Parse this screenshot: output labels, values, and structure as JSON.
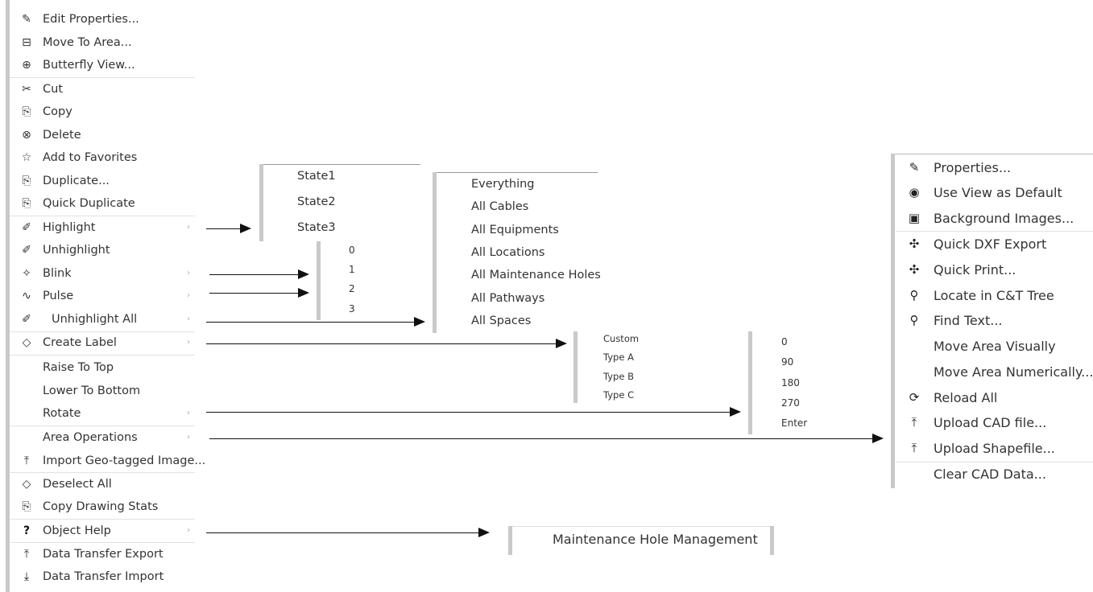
{
  "context_menu": {
    "items": [
      {
        "icon": "pencil-icon",
        "glyph": "✎",
        "label": "Edit Properties..."
      },
      {
        "icon": "move-to-area-icon",
        "glyph": "⊟",
        "label": "Move To Area..."
      },
      {
        "icon": "butterfly-view-icon",
        "glyph": "⊕",
        "label": "Butterfly View..."
      },
      {
        "icon": "scissors-icon",
        "glyph": "✂",
        "label": "Cut"
      },
      {
        "icon": "copy-icon",
        "glyph": "⎘",
        "label": "Copy"
      },
      {
        "icon": "delete-icon",
        "glyph": "⊗",
        "label": "Delete"
      },
      {
        "icon": "star-icon",
        "glyph": "☆",
        "label": "Add to Favorites"
      },
      {
        "icon": "duplicate-icon",
        "glyph": "⎘",
        "label": "Duplicate..."
      },
      {
        "icon": "quick-duplicate-icon",
        "glyph": "⎘",
        "label": "Quick Duplicate"
      },
      {
        "icon": "highlight-icon",
        "glyph": "✐",
        "label": "Highlight"
      },
      {
        "icon": "unhighlight-icon",
        "glyph": "✐",
        "label": "Unhighlight"
      },
      {
        "icon": "blink-icon",
        "glyph": "✧",
        "label": "Blink"
      },
      {
        "icon": "pulse-icon",
        "glyph": "∿",
        "label": "Pulse"
      },
      {
        "icon": "unhighlight-all-icon",
        "glyph": "✐",
        "label": "Unhighlight All"
      },
      {
        "icon": "tag-icon",
        "glyph": "◇",
        "label": "Create Label"
      },
      {
        "icon": "",
        "glyph": "",
        "label": "Raise To Top"
      },
      {
        "icon": "",
        "glyph": "",
        "label": "Lower To Bottom"
      },
      {
        "icon": "",
        "glyph": "",
        "label": "Rotate"
      },
      {
        "icon": "",
        "glyph": "",
        "label": "Area Operations"
      },
      {
        "icon": "upload-icon",
        "glyph": "⤒",
        "label": "Import Geo-tagged Image..."
      },
      {
        "icon": "tag-icon",
        "glyph": "◇",
        "label": "Deselect All"
      },
      {
        "icon": "copy-icon",
        "glyph": "⎘",
        "label": "Copy Drawing Stats"
      },
      {
        "icon": "question-icon",
        "glyph": "?",
        "label": "Object Help"
      },
      {
        "icon": "upload-icon",
        "glyph": "⤒",
        "label": "Data Transfer Export"
      },
      {
        "icon": "download-icon",
        "glyph": "⤓",
        "label": "Data Transfer Import"
      }
    ],
    "submenu_arrow": "›"
  },
  "highlight_submenu": [
    "State1",
    "State2",
    "State3"
  ],
  "blink_submenu": [
    "0",
    "1",
    "2",
    "3"
  ],
  "unhighlight_submenu": [
    "Everything",
    "All Cables",
    "All Equipments",
    "All Locations",
    "All Maintenance Holes",
    "All Pathways",
    "All Spaces"
  ],
  "label_submenu": [
    "Custom",
    "Type A",
    "Type B",
    "Type C"
  ],
  "rotate_submenu": [
    "0",
    "90",
    "180",
    "270",
    "Enter"
  ],
  "area_submenu": [
    {
      "icon": "edit-icon",
      "glyph": "✎",
      "label": "Properties..."
    },
    {
      "icon": "eye-icon",
      "glyph": "◉",
      "label": "Use View as Default"
    },
    {
      "icon": "image-icon",
      "glyph": "▣",
      "label": "Background Images..."
    },
    {
      "icon": "export-icon",
      "glyph": "✣",
      "label": "Quick DXF Export"
    },
    {
      "icon": "print-icon",
      "glyph": "✣",
      "label": "Quick Print..."
    },
    {
      "icon": "search-icon",
      "glyph": "⚲",
      "label": "Locate in C&T Tree"
    },
    {
      "icon": "search-icon",
      "glyph": "⚲",
      "label": "Find Text..."
    },
    {
      "icon": "",
      "glyph": "",
      "label": "Move Area Visually"
    },
    {
      "icon": "",
      "glyph": "",
      "label": "Move Area Numerically..."
    },
    {
      "icon": "reload-icon",
      "glyph": "⟳",
      "label": "Reload All"
    },
    {
      "icon": "upload-icon",
      "glyph": "⤒",
      "label": "Upload CAD file..."
    },
    {
      "icon": "upload-icon",
      "glyph": "⤒",
      "label": "Upload Shapefile..."
    },
    {
      "icon": "",
      "glyph": "",
      "label": "Clear CAD Data..."
    }
  ],
  "help_submenu": [
    "Maintenance Hole Management"
  ]
}
